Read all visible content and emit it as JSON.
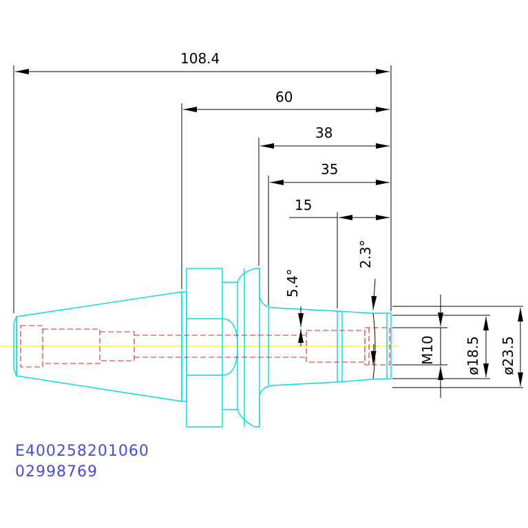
{
  "dimensions": {
    "overall_length": "108.4",
    "length_60": "60",
    "length_38": "38",
    "length_35": "35",
    "length_15": "15",
    "angle_2_3": "2.3°",
    "angle_5_4": "5.4°",
    "thread": "M10",
    "dia_18_5": "ø18.5",
    "dia_23_5": "ø23.5"
  },
  "part_codes": [
    "E400258201060",
    "02998769"
  ],
  "colors": {
    "outline": "#00d8e8",
    "hidden_lines": "#e82020",
    "centerline": "#f0e000",
    "dimension": "#000000",
    "code_text": "#4a4ad8"
  }
}
